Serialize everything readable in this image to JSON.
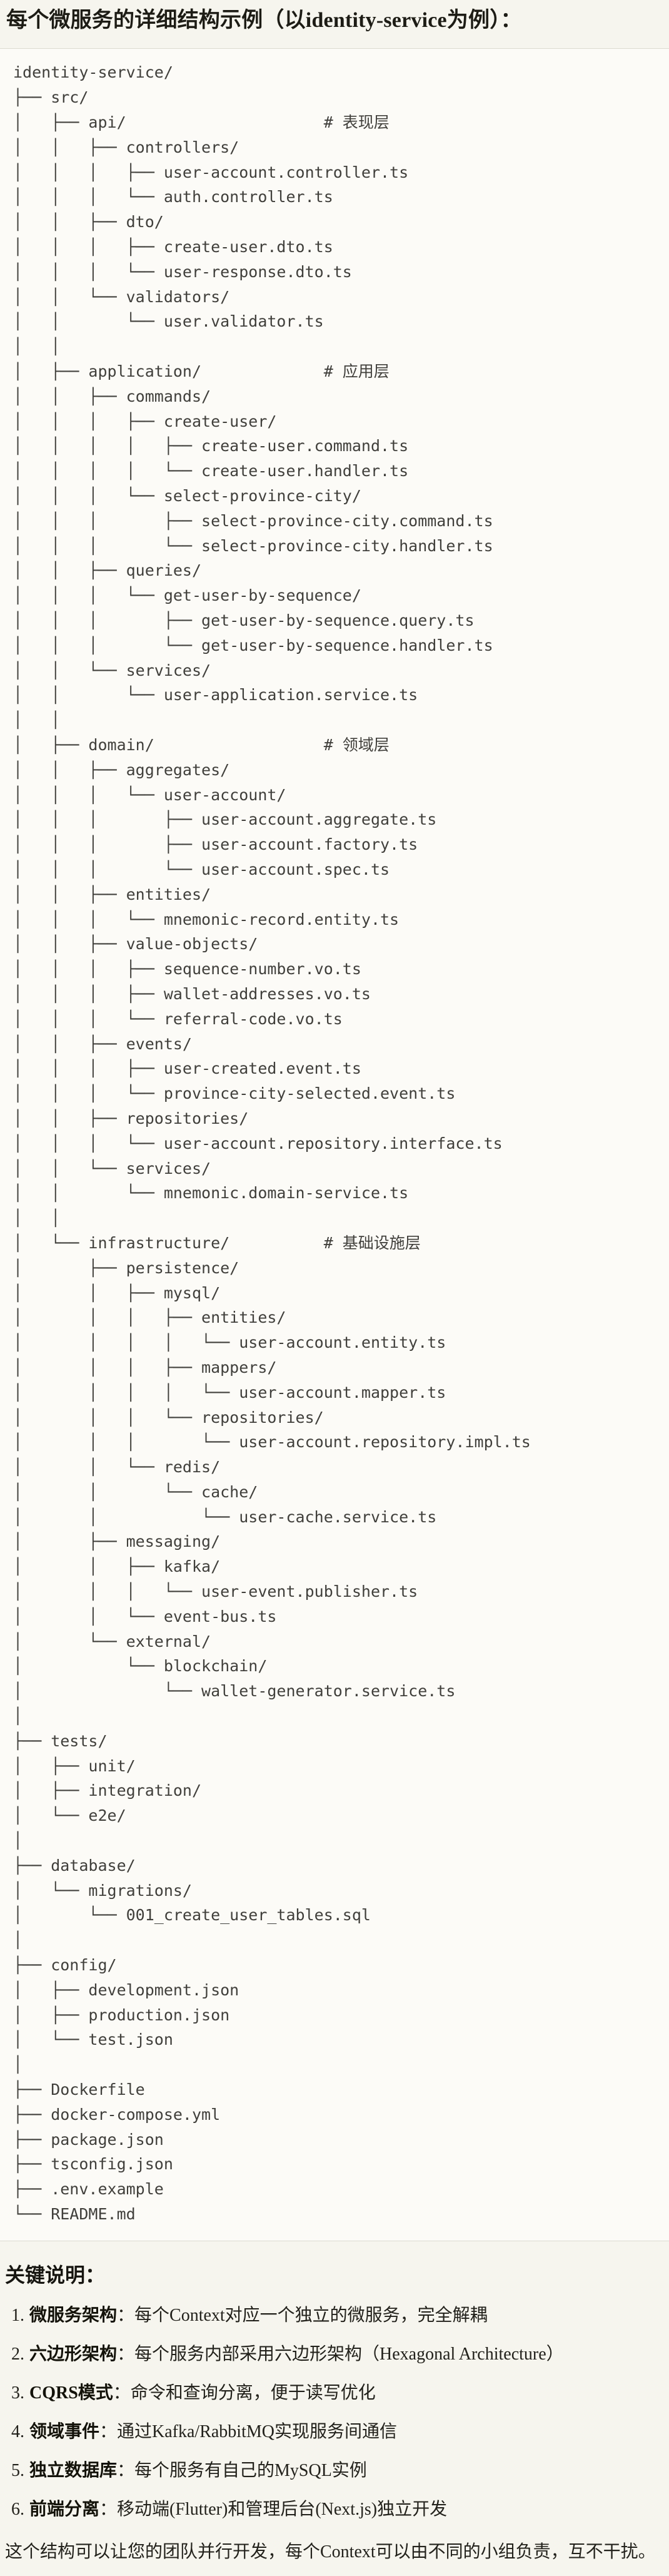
{
  "page": {
    "title": "每个微服务的详细结构示例（以identity-service为例）：",
    "notes_heading": "关键说明：",
    "closing": "这个结构可以让您的团队并行开发，每个Context可以由不同的小组负责，互不干扰。"
  },
  "tree": {
    "language": "plaintext",
    "lines": [
      "identity-service/",
      "├── src/",
      "│   ├── api/                     # 表现层",
      "│   │   ├── controllers/",
      "│   │   │   ├── user-account.controller.ts",
      "│   │   │   └── auth.controller.ts",
      "│   │   ├── dto/",
      "│   │   │   ├── create-user.dto.ts",
      "│   │   │   └── user-response.dto.ts",
      "│   │   └── validators/",
      "│   │       └── user.validator.ts",
      "│   │",
      "│   ├── application/             # 应用层",
      "│   │   ├── commands/",
      "│   │   │   ├── create-user/",
      "│   │   │   │   ├── create-user.command.ts",
      "│   │   │   │   └── create-user.handler.ts",
      "│   │   │   └── select-province-city/",
      "│   │   │       ├── select-province-city.command.ts",
      "│   │   │       └── select-province-city.handler.ts",
      "│   │   ├── queries/",
      "│   │   │   └── get-user-by-sequence/",
      "│   │   │       ├── get-user-by-sequence.query.ts",
      "│   │   │       └── get-user-by-sequence.handler.ts",
      "│   │   └── services/",
      "│   │       └── user-application.service.ts",
      "│   │",
      "│   ├── domain/                  # 领域层",
      "│   │   ├── aggregates/",
      "│   │   │   └── user-account/",
      "│   │   │       ├── user-account.aggregate.ts",
      "│   │   │       ├── user-account.factory.ts",
      "│   │   │       └── user-account.spec.ts",
      "│   │   ├── entities/",
      "│   │   │   └── mnemonic-record.entity.ts",
      "│   │   ├── value-objects/",
      "│   │   │   ├── sequence-number.vo.ts",
      "│   │   │   ├── wallet-addresses.vo.ts",
      "│   │   │   └── referral-code.vo.ts",
      "│   │   ├── events/",
      "│   │   │   ├── user-created.event.ts",
      "│   │   │   └── province-city-selected.event.ts",
      "│   │   ├── repositories/",
      "│   │   │   └── user-account.repository.interface.ts",
      "│   │   └── services/",
      "│   │       └── mnemonic.domain-service.ts",
      "│   │",
      "│   └── infrastructure/          # 基础设施层",
      "│       ├── persistence/",
      "│       │   ├── mysql/",
      "│       │   │   ├── entities/",
      "│       │   │   │   └── user-account.entity.ts",
      "│       │   │   ├── mappers/",
      "│       │   │   │   └── user-account.mapper.ts",
      "│       │   │   └── repositories/",
      "│       │   │       └── user-account.repository.impl.ts",
      "│       │   └── redis/",
      "│       │       └── cache/",
      "│       │           └── user-cache.service.ts",
      "│       ├── messaging/",
      "│       │   ├── kafka/",
      "│       │   │   └── user-event.publisher.ts",
      "│       │   └── event-bus.ts",
      "│       └── external/",
      "│           └── blockchain/",
      "│               └── wallet-generator.service.ts",
      "│",
      "├── tests/",
      "│   ├── unit/",
      "│   ├── integration/",
      "│   └── e2e/",
      "│",
      "├── database/",
      "│   └── migrations/",
      "│       └── 001_create_user_tables.sql",
      "│",
      "├── config/",
      "│   ├── development.json",
      "│   ├── production.json",
      "│   └── test.json",
      "│",
      "├── Dockerfile",
      "├── docker-compose.yml",
      "├── package.json",
      "├── tsconfig.json",
      "├── .env.example",
      "└── README.md"
    ]
  },
  "notes": {
    "items": [
      {
        "num": "1.",
        "term": "微服务架构",
        "desc": "：每个Context对应一个独立的微服务，完全解耦"
      },
      {
        "num": "2.",
        "term": "六边形架构",
        "desc": "：每个服务内部采用六边形架构（Hexagonal Architecture）"
      },
      {
        "num": "3.",
        "term": "CQRS模式",
        "desc": "：命令和查询分离，便于读写优化"
      },
      {
        "num": "4.",
        "term": "领域事件",
        "desc": "：通过Kafka/RabbitMQ实现服务间通信"
      },
      {
        "num": "5.",
        "term": "独立数据库",
        "desc": "：每个服务有自己的MySQL实例"
      },
      {
        "num": "6.",
        "term": "前端分离",
        "desc": "：移动端(Flutter)和管理后台(Next.js)独立开发"
      }
    ]
  }
}
